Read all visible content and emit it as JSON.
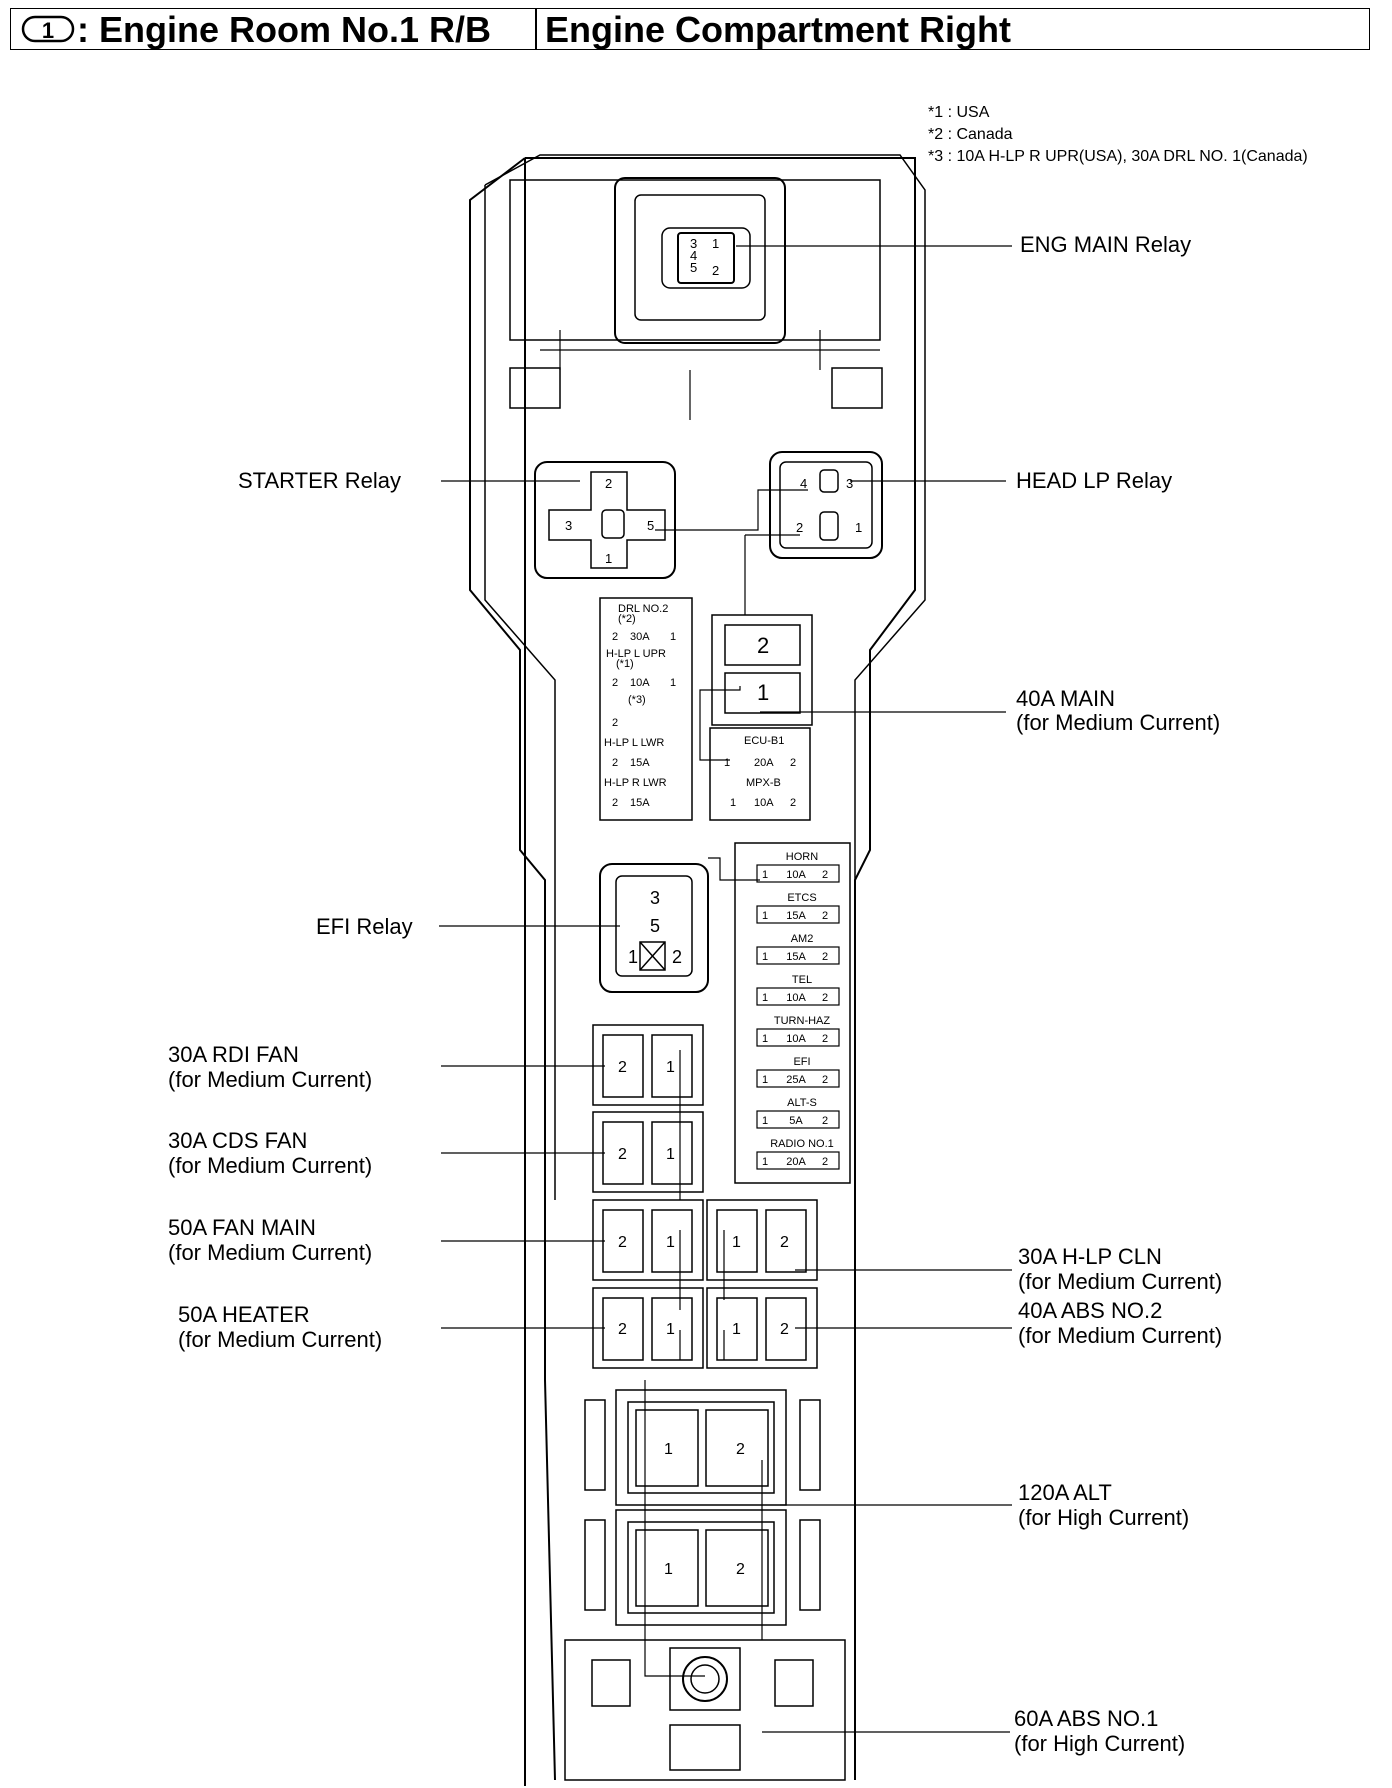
{
  "header": {
    "badge": "1",
    "title": ": Engine Room No.1 R/B",
    "subtitle": "Engine Compartment Right"
  },
  "notes": [
    "*1 : USA",
    "*2 : Canada",
    "*3 : 10A H-LP R UPR(USA), 30A DRL NO. 1(Canada)"
  ],
  "callouts": {
    "eng_main_relay": "ENG MAIN Relay",
    "starter_relay": "STARTER Relay",
    "head_lp_relay": "HEAD LP Relay",
    "main_40a": "40A MAIN",
    "efi_relay": "EFI Relay",
    "rdi_fan": "30A RDI FAN",
    "cds_fan": "30A CDS FAN",
    "fan_main": "50A FAN MAIN",
    "heater": "50A HEATER",
    "hlp_cln": "30A H-LP CLN",
    "abs_no2": "40A ABS NO.2",
    "alt_120a": "120A ALT",
    "abs_no1": "60A ABS NO.1",
    "medium_current": "(for Medium Current)",
    "high_current": "(for High Current)"
  },
  "left_fuses": {
    "drl_no2": "DRL NO.2",
    "drl_no2_note": "(*2)",
    "drl_no2_amp": "30A",
    "hlp_l_upr": "H-LP L UPR",
    "hlp_l_upr_note": "(*1)",
    "hlp_l_upr_amp": "10A",
    "note3": "(*3)",
    "hlp_l_lwr": "H-LP L LWR",
    "hlp_l_lwr_amp": "15A",
    "hlp_r_lwr": "H-LP R LWR",
    "hlp_r_lwr_amp": "15A"
  },
  "mid_fuses": {
    "ecu_b1": "ECU-B1",
    "ecu_b1_amp": "20A",
    "mpx_b": "MPX-B",
    "mpx_b_amp": "10A"
  },
  "right_fuses": [
    {
      "name": "HORN",
      "amp": "10A"
    },
    {
      "name": "ETCS",
      "amp": "15A"
    },
    {
      "name": "AM2",
      "amp": "15A"
    },
    {
      "name": "TEL",
      "amp": "10A"
    },
    {
      "name": "TURN-HAZ",
      "amp": "10A"
    },
    {
      "name": "EFI",
      "amp": "25A"
    },
    {
      "name": "ALT-S",
      "amp": "5A"
    },
    {
      "name": "RADIO NO.1",
      "amp": "20A"
    }
  ],
  "pins": {
    "p1": "1",
    "p2": "2",
    "p3": "3",
    "p4": "4",
    "p5": "5"
  }
}
